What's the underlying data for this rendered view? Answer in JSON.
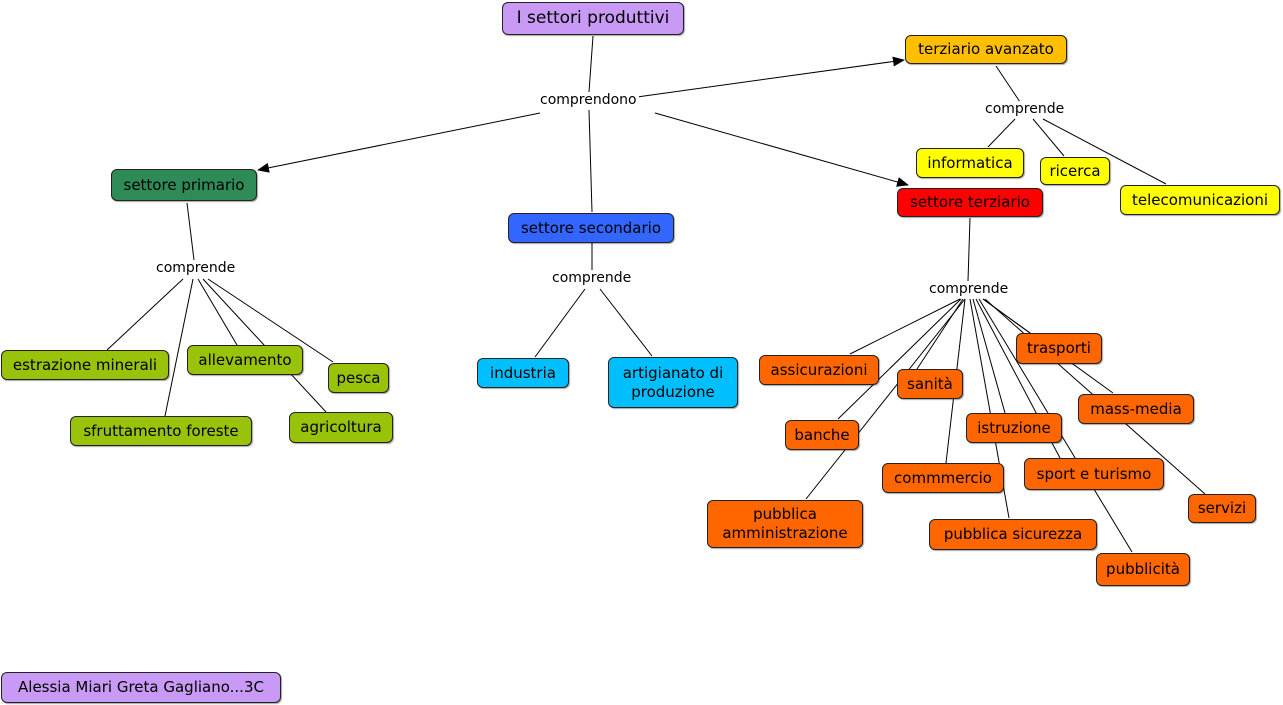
{
  "colors": {
    "title": "#c89af5",
    "primary": "#2e8b57",
    "secondary": "#3366ff",
    "secondary_items": "#00bfff",
    "primary_items": "#99c20a",
    "tertiary": "#ff0000",
    "tertiary_items": "#ff6600",
    "advanced": "#ffbf00",
    "advanced_items": "#ffff00",
    "author": "#c89af5",
    "line": "#000000"
  },
  "concepts": {
    "title": "I settori produttivi",
    "primary": "settore primario",
    "secondary": "settore secondario",
    "tertiary": "settore terziario",
    "advanced": "terziario avanzato",
    "author": "Alessia Miari Greta Gagliano...3C",
    "primary_items": {
      "estrazione": "estrazione minerali",
      "foreste": "sfruttamento foreste",
      "allevamento": "allevamento",
      "agricoltura": "agricoltura",
      "pesca": "pesca"
    },
    "secondary_items": {
      "industria": "industria",
      "artigianato": "artigianato di produzione"
    },
    "advanced_items": {
      "informatica": "informatica",
      "ricerca": "ricerca",
      "telecomunicazioni": "telecomunicazioni"
    },
    "tertiary_items": {
      "assicurazioni": "assicurazioni",
      "sanita": "sanità",
      "trasporti": "trasporti",
      "massmedia": "mass-media",
      "banche": "banche",
      "istruzione": "istruzione",
      "commercio": "commmercio",
      "sport": "sport e turismo",
      "servizi": "servizi",
      "pa": "pubblica amministrazione",
      "sicurezza": "pubblica sicurezza",
      "pubblicita": "pubblicità"
    }
  },
  "links": {
    "comprendono": "comprendono",
    "comprende_primary": "comprende",
    "comprende_secondary": "comprende",
    "comprende_tertiary": "comprende",
    "comprende_advanced": "comprende"
  }
}
